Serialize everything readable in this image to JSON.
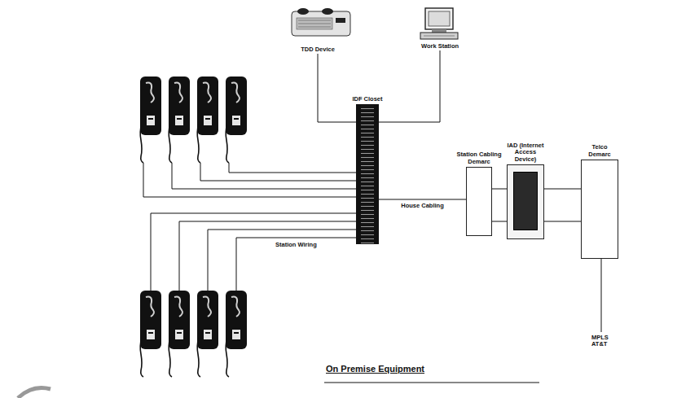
{
  "diagram": {
    "nodes": [
      {
        "text": [
          "TDD Device"
        ]
      },
      {
        "text": [
          "Work Station"
        ]
      },
      {
        "text": [
          "IDF Closet"
        ]
      },
      {
        "text": [
          "Station Cabling Demarc"
        ]
      },
      {
        "text": [
          "IAD (Internet Access Device)"
        ]
      },
      {
        "text": [
          "Telco Demarc"
        ]
      }
    ],
    "edges": [
      {
        "from": 0,
        "to": 2,
        "arrow": "none"
      },
      {
        "from": 1,
        "to": 2,
        "arrow": "none"
      },
      {
        "from": 2,
        "to": 3,
        "label": "House Cabling",
        "arrow": "none"
      },
      {
        "from": 3,
        "to": 4,
        "arrow": "none"
      },
      {
        "from": 4,
        "to": 5,
        "arrow": "none"
      }
    ],
    "labels": [
      "Station Wiring",
      "MPLS AT&T",
      "On Premise Equipment"
    ]
  }
}
